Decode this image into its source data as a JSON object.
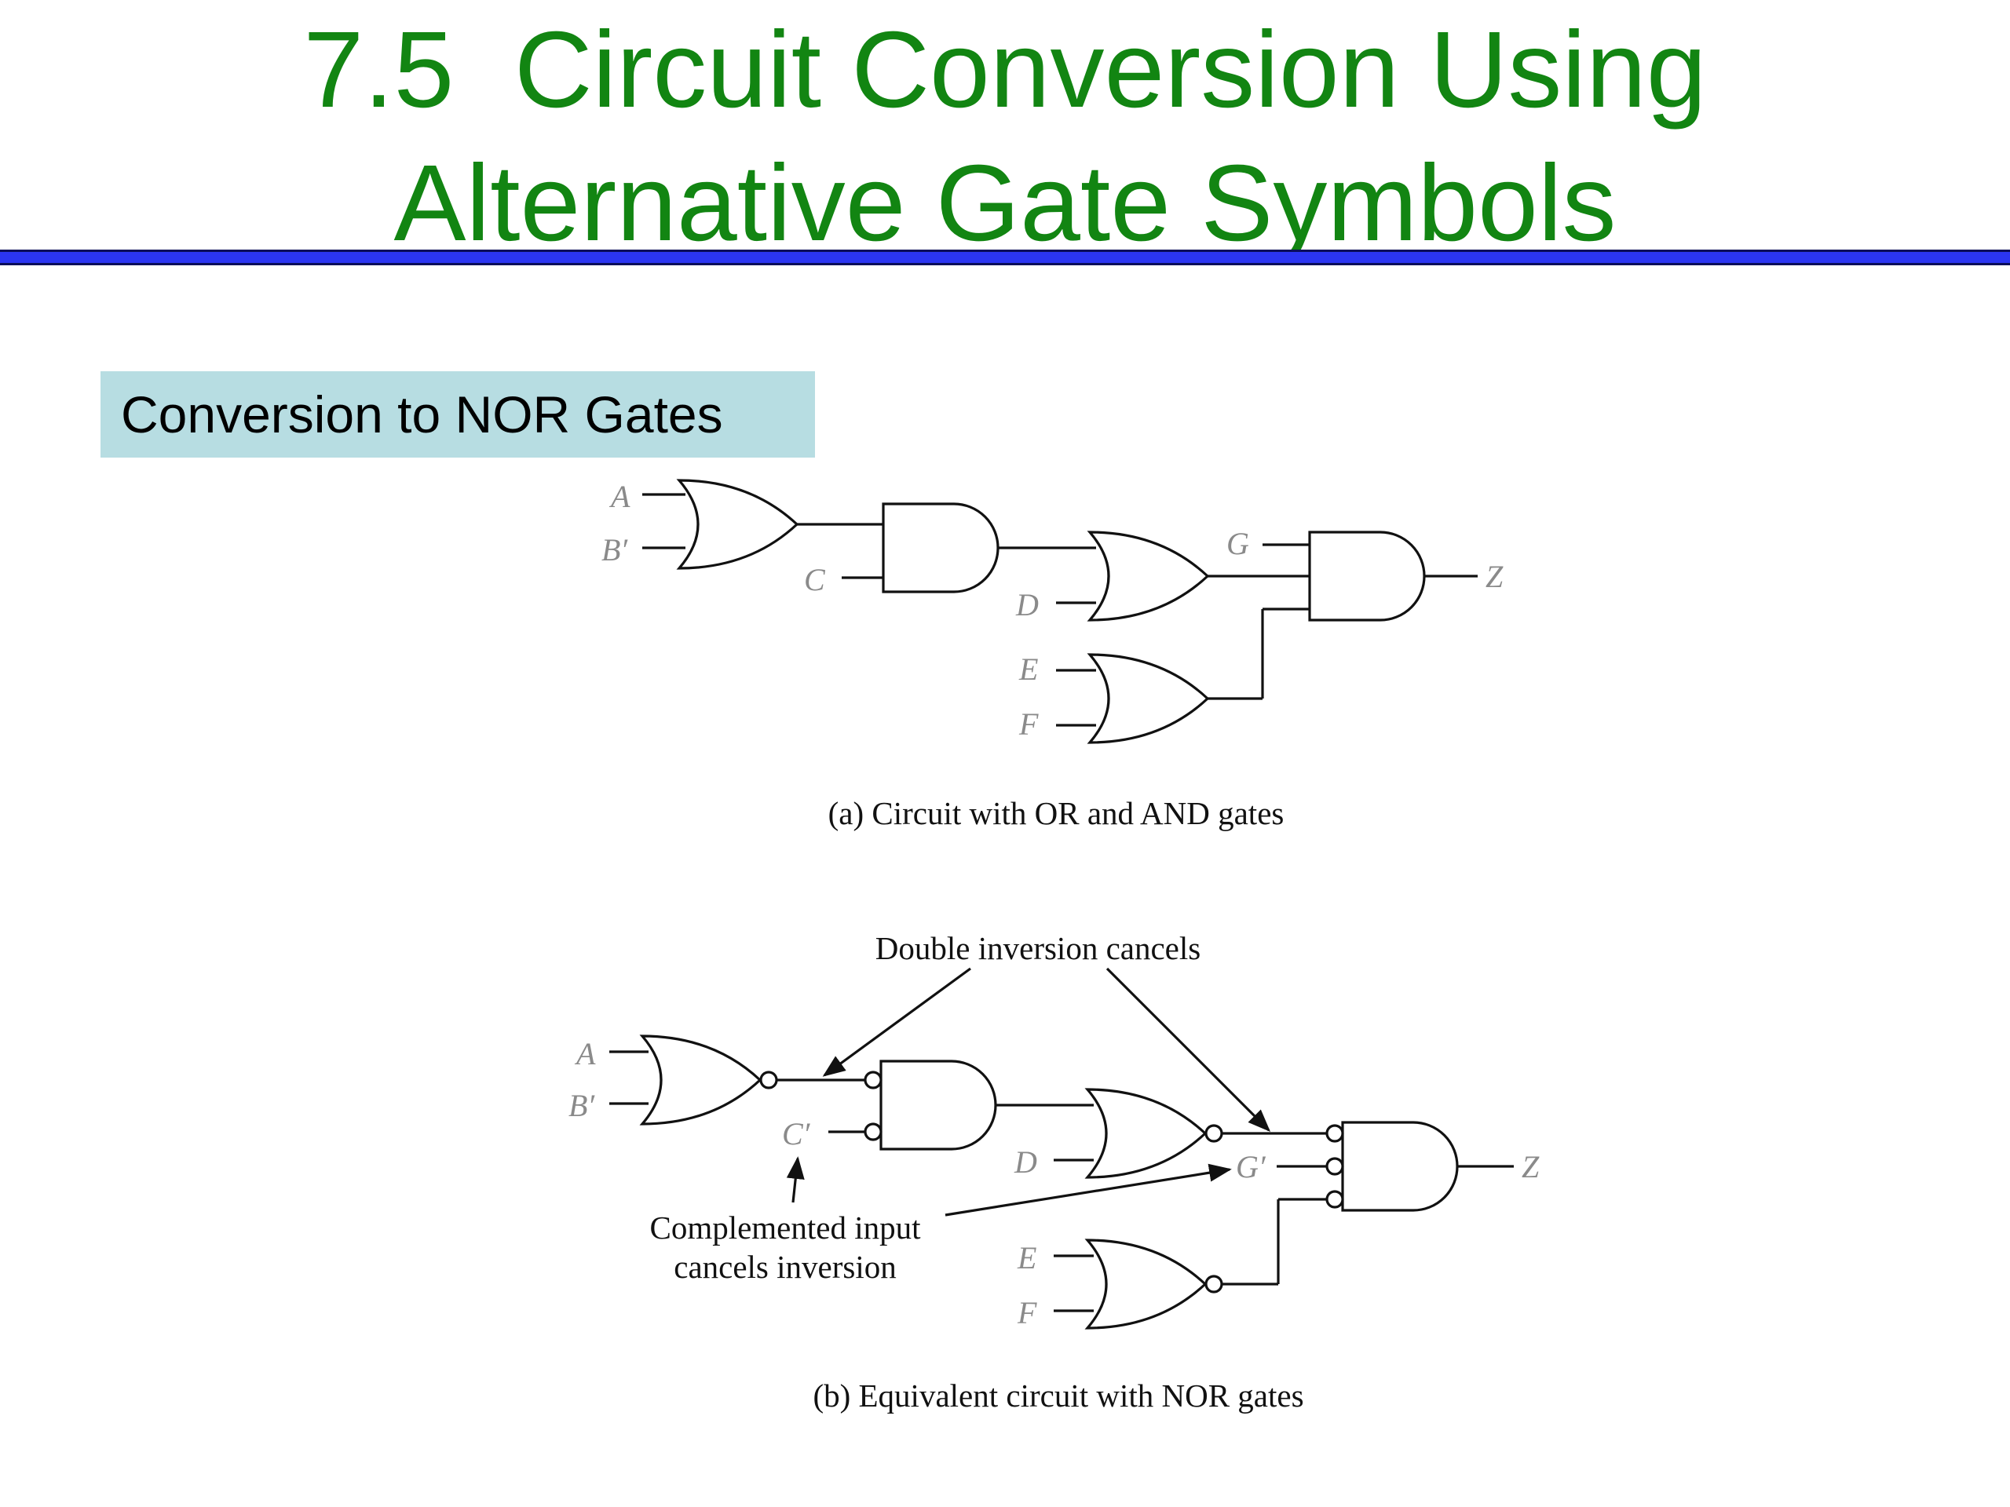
{
  "slide": {
    "title_lines": [
      "7.5  Circuit Conversion Using",
      "Alternative Gate Symbols"
    ],
    "section_label": "Conversion to NOR Gates",
    "colors": {
      "title": "#128512",
      "rule": "#2b35f2",
      "badge": "#b7dde2"
    }
  },
  "circuit_a": {
    "caption": "(a) Circuit with OR and AND gates",
    "labels": {
      "a": "A",
      "b": "B′",
      "c": "C",
      "d": "D",
      "e": "E",
      "f": "F",
      "g": "G",
      "z": "Z"
    }
  },
  "circuit_b": {
    "caption": "(b) Equivalent circuit with NOR gates",
    "labels": {
      "a": "A",
      "b": "B′",
      "c": "C′",
      "d": "D",
      "e": "E",
      "f": "F",
      "g": "G′",
      "z": "Z"
    },
    "annotations": {
      "double_inversion": "Double inversion cancels",
      "complemented_line1": "Complemented input",
      "complemented_line2": "cancels inversion"
    }
  }
}
